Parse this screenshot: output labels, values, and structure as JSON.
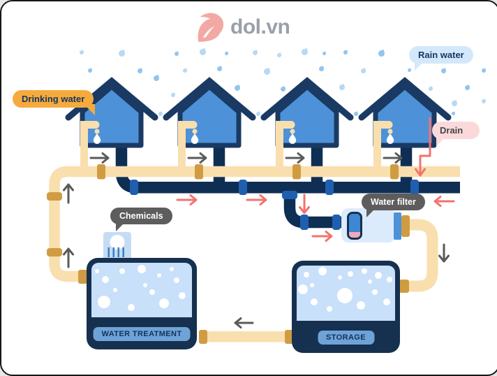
{
  "logo": {
    "text": "dol.vn",
    "icon": "dol-leaf-logo-icon",
    "icon_color": "#f2a9a4",
    "text_color": "#9aa0a8"
  },
  "labels": {
    "drinking_water": {
      "text": "Drinking water",
      "bg": "#f6aa3d",
      "fg": "#14355e"
    },
    "rain_water": {
      "text": "Rain water",
      "bg": "#d3e9fb",
      "fg": "#14355e"
    },
    "drain": {
      "text": "Drain",
      "bg": "#fbd9db",
      "fg": "#454545"
    },
    "chemicals": {
      "text": "Chemicals",
      "bg": "#5d5d5d",
      "fg": "#ffffff"
    },
    "water_filter": {
      "text": "Water filter",
      "bg": "#5d5d5d",
      "fg": "#ffffff"
    }
  },
  "tanks": {
    "treatment": {
      "label": "WATER TREATMENT"
    },
    "storage": {
      "label": "STORAGE"
    }
  },
  "colors": {
    "supply_pipe_beige": "#f9dfae",
    "pipe_joint_tan": "#d09c43",
    "drain_pipe_navy": "#0f2e54",
    "drain_joint_blue": "#1f5fae",
    "house_blue": "#4d92d8",
    "house_outline_navy": "#1a3a63",
    "tank_navy": "#16304f",
    "tank_water_blue": "#c8e0f9",
    "tank_pill_blue": "#6fa3d8",
    "rain_blue": "#b7d9f4",
    "red_flow_arrow": "#f2736f",
    "gray_flow_arrow": "#5a5a5a"
  },
  "icons": {
    "rain": "raindrop-icon",
    "tap_water": "water-drop-icon",
    "houses_count": 4
  },
  "decor": {
    "raindrops": [
      [
        112,
        70,
        6,
        0
      ],
      [
        168,
        70,
        9,
        0
      ],
      [
        195,
        96,
        7,
        1
      ],
      [
        150,
        122,
        7,
        0
      ],
      [
        218,
        106,
        8,
        1
      ],
      [
        243,
        131,
        6,
        0
      ],
      [
        124,
        96,
        6,
        1
      ],
      [
        136,
        142,
        5,
        0
      ],
      [
        248,
        72,
        6,
        1
      ],
      [
        284,
        68,
        9,
        0
      ],
      [
        309,
        93,
        7,
        1
      ],
      [
        260,
        96,
        6,
        0
      ],
      [
        334,
        120,
        8,
        1
      ],
      [
        360,
        70,
        7,
        0
      ],
      [
        310,
        140,
        6,
        1
      ],
      [
        225,
        158,
        6,
        0
      ],
      [
        320,
        72,
        5,
        1
      ],
      [
        395,
        74,
        6,
        0
      ],
      [
        460,
        72,
        5,
        1
      ],
      [
        376,
        96,
        9,
        0
      ],
      [
        400,
        122,
        7,
        1
      ],
      [
        430,
        68,
        9,
        0
      ],
      [
        455,
        93,
        7,
        1
      ],
      [
        484,
        119,
        8,
        0
      ],
      [
        405,
        142,
        6,
        1
      ],
      [
        365,
        158,
        6,
        0
      ],
      [
        490,
        70,
        6,
        1
      ],
      [
        515,
        96,
        7,
        0
      ],
      [
        540,
        70,
        9,
        1
      ],
      [
        565,
        120,
        6,
        0
      ],
      [
        505,
        158,
        6,
        1
      ],
      [
        545,
        142,
        6,
        0
      ],
      [
        602,
        70,
        8,
        0
      ],
      [
        630,
        96,
        7,
        1
      ],
      [
        655,
        72,
        9,
        0
      ],
      [
        664,
        120,
        7,
        1
      ],
      [
        612,
        122,
        6,
        0
      ],
      [
        582,
        96,
        5,
        1
      ],
      [
        645,
        142,
        8,
        0
      ],
      [
        688,
        96,
        6,
        1
      ],
      [
        688,
        140,
        6,
        0
      ],
      [
        645,
        158,
        5,
        1
      ]
    ],
    "treatment_bubbles": [
      [
        20,
        24,
        5
      ],
      [
        44,
        12,
        4
      ],
      [
        72,
        9,
        6
      ],
      [
        18,
        56,
        9
      ],
      [
        57,
        64,
        5
      ],
      [
        87,
        42,
        4
      ],
      [
        104,
        58,
        7
      ],
      [
        122,
        25,
        4
      ],
      [
        130,
        47,
        5
      ],
      [
        77,
        32,
        3
      ],
      [
        34,
        39,
        3
      ],
      [
        115,
        9,
        3
      ],
      [
        8,
        12,
        3
      ],
      [
        97,
        18,
        3
      ]
    ],
    "storage_bubbles": [
      [
        14,
        13,
        4
      ],
      [
        37,
        8,
        6
      ],
      [
        62,
        17,
        3
      ],
      [
        77,
        12,
        4
      ],
      [
        97,
        8,
        4
      ],
      [
        117,
        14,
        5
      ],
      [
        133,
        20,
        4
      ],
      [
        9,
        34,
        7
      ],
      [
        25,
        52,
        5
      ],
      [
        47,
        62,
        4
      ],
      [
        69,
        43,
        11
      ],
      [
        92,
        57,
        6
      ],
      [
        112,
        38,
        4
      ],
      [
        129,
        52,
        5
      ],
      [
        22,
        28,
        3
      ],
      [
        105,
        23,
        3
      ]
    ]
  }
}
